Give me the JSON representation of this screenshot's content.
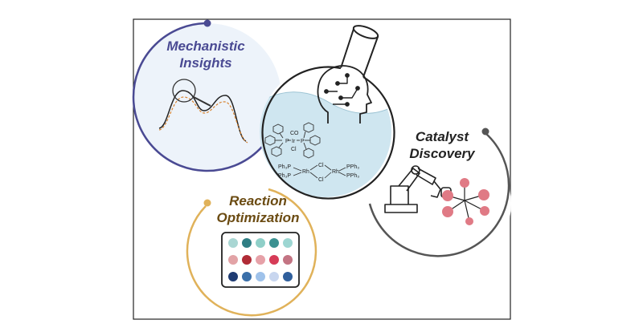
{
  "labels": {
    "mechanistic_line1": "Mechanistic",
    "mechanistic_line2": "Insights",
    "catalyst_line1": "Catalyst",
    "catalyst_line2": "Discovery",
    "reaction_line1": "Reaction",
    "reaction_line2": "Optimization"
  },
  "chemistry": {
    "complex1": {
      "co": "CO",
      "ir": "Ir",
      "cl": "Cl",
      "p_left": "P",
      "p_right": "P"
    },
    "complex2": {
      "ph3p_top": "Ph₃P",
      "ph3p_bottom": "Ph₃P",
      "rh_left": "Rh",
      "rh_right": "Rh",
      "cl_top": "Cl",
      "cl_bottom": "Cl",
      "pph3_top": "PPh₃",
      "pph3_bottom": "PPh₃"
    }
  },
  "colors": {
    "mechanistic": "#4a4a93",
    "catalyst": "#555555",
    "reaction": "#e0b25a",
    "reaction_text": "#6b4b12",
    "flask_liquid": "#cfe6f0",
    "plate_rows": [
      [
        "#a9d6d3",
        "#2f7e84",
        "#8fcfc8",
        "#3b9191",
        "#9dd6d2"
      ],
      [
        "#e2a3a6",
        "#b02b36",
        "#e6a1a8",
        "#d63b57",
        "#c37483"
      ],
      [
        "#1f3c73",
        "#3a6fa9",
        "#9fc2ea",
        "#c8d6ef",
        "#2f5f9c"
      ]
    ]
  },
  "icons": [
    "energy-profile-curves",
    "round-bottom-flask",
    "ai-head-icon",
    "robotic-arm-icon",
    "molecule-icon",
    "well-plate-icon"
  ]
}
